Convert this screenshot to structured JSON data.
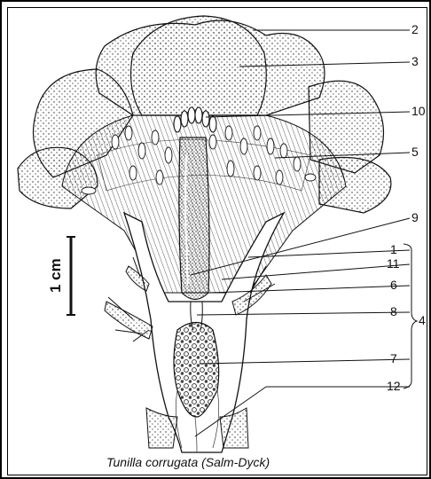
{
  "caption": "Tunilla corrugata (Salm-Dyck)",
  "scale_bar": {
    "label": "1 cm"
  },
  "labels": {
    "l2": "2",
    "l3": "3",
    "l10": "10",
    "l5": "5",
    "l9": "9",
    "l1": "1",
    "l11": "11",
    "l6": "6",
    "l8": "8",
    "l4": "4",
    "l7": "7",
    "l12": "12"
  },
  "colors": {
    "ink": "#111111",
    "paper": "#ffffff",
    "shade": "#cfcfcf"
  }
}
